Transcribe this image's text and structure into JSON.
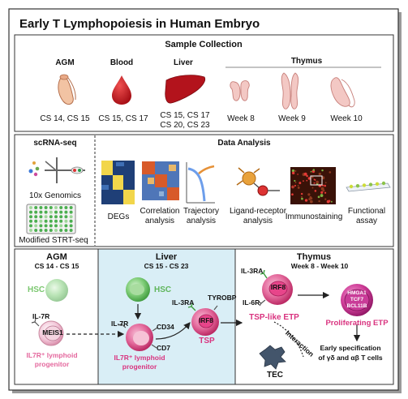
{
  "title": "Early T Lymphopoiesis in Human Embryo",
  "sample_collection": {
    "heading": "Sample Collection",
    "sites": [
      {
        "name": "AGM",
        "stages": "CS 14, CS 15"
      },
      {
        "name": "Blood",
        "stages": "CS 15, CS 17"
      },
      {
        "name": "Liver",
        "stages_line1": "CS 15, CS 17",
        "stages_line2": "CS 20, CS 23"
      }
    ],
    "thymus": {
      "name": "Thymus",
      "weeks": [
        "Week  8",
        "Week 9",
        "Week 10"
      ]
    }
  },
  "scrna": {
    "heading": "scRNA-seq",
    "platform1": "10x Genomics",
    "platform2": "Modified STRT-seq"
  },
  "analysis": {
    "heading": "Data Analysis",
    "items": [
      {
        "line1": "DEGs"
      },
      {
        "line1": "Correlation",
        "line2": "analysis"
      },
      {
        "line1": "Trajectory",
        "line2": "analysis"
      },
      {
        "line1": "Ligand-receptor",
        "line2": "analysis"
      },
      {
        "line1": "Immunostaining"
      },
      {
        "line1": "Functional",
        "line2": "assay"
      }
    ]
  },
  "model": {
    "agm": {
      "title": "AGM",
      "stages": "CS 14 - CS 15",
      "hsc": "HSC",
      "receptor": "IL-7R",
      "tf": "MEIS1",
      "label_line1": "IL7R⁺ lymphoid",
      "label_line2": "progenitor"
    },
    "liver": {
      "title": "Liver",
      "stages": "CS 15 - CS 23",
      "hsc": "HSC",
      "receptor": "IL-7R",
      "marker1": "CD34",
      "marker2": "CD7",
      "label_line1": "IL7R⁺ lymphoid",
      "label_line2": "progenitor",
      "tsp_receptor": "IL-3RA",
      "tsp_adaptor": "TYROBP",
      "tsp_tf": "IRF8",
      "tsp_label": "TSP"
    },
    "thymus": {
      "title": "Thymus",
      "stages": "Week 8 - Week 10",
      "etp_receptor1": "IL-3RA",
      "etp_tf": "IRF8",
      "etp_receptor2": "IL-6R",
      "etp_label": "TSP-like ETP",
      "prolif_genes": [
        "HMGA1",
        "TCF7",
        "BCL11B"
      ],
      "prolif_label": "Proliferating ETP",
      "interaction": "Interaction",
      "tec": "TEC",
      "outcome_line1": "Early specification",
      "outcome_line2": "of γδ and αβ T cells"
    }
  },
  "colors": {
    "pink": "#d9337f",
    "green": "#6fc36b",
    "liver_bg": "#d9eef6",
    "tec": "#43556b"
  }
}
